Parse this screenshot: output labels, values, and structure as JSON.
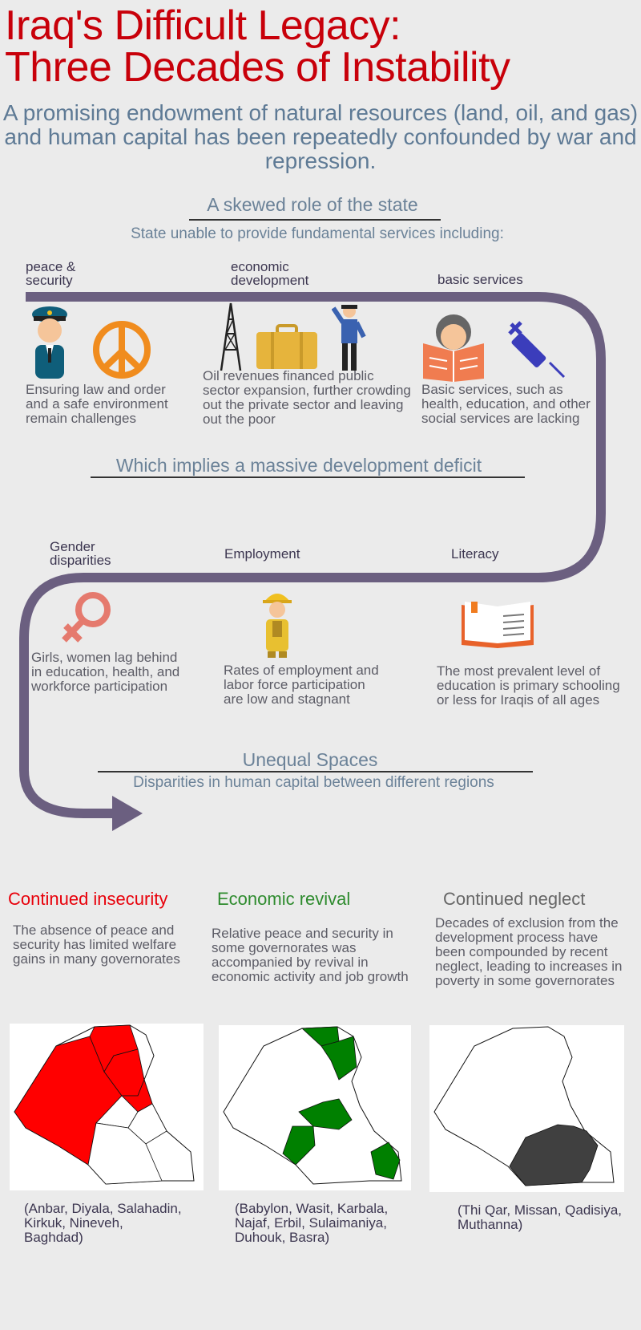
{
  "title": {
    "line1": "Iraq's Difficult Legacy:",
    "line2": "Three Decades of Instability"
  },
  "subtitle": "A promising endowment of natural resources (land, oil, and gas) and human capital has been repeatedly confounded by war and repression.",
  "state_section": {
    "heading": "A skewed role of the state",
    "subheading": "State unable to provide fundamental services including:"
  },
  "services": [
    {
      "label_line1": "peace &",
      "label_line2": "security",
      "text": "Ensuring law and order and a safe environment remain challenges"
    },
    {
      "label_line1": "economic",
      "label_line2": "development",
      "text": "Oil revenues financed public sector expansion, further crowding out the private sector and leaving out the poor"
    },
    {
      "label_line1": "basic services",
      "label_line2": "",
      "text": "Basic services, such as health, education, and other social services are lacking"
    }
  ],
  "deficit_heading": "Which implies a massive development deficit",
  "deficits": [
    {
      "label_line1": "Gender",
      "label_line2": "disparities",
      "text": "Girls, women lag behind in education, health, and workforce participation"
    },
    {
      "label_line1": "Employment",
      "label_line2": "",
      "text": "Rates of employment and labor force participation are low and stagnant"
    },
    {
      "label_line1": "Literacy",
      "label_line2": "",
      "text": "The most prevalent level of education is primary schooling or less for Iraqis of all ages"
    }
  ],
  "spaces": {
    "heading": "Unequal Spaces",
    "subheading": "Disparities in human capital between different regions"
  },
  "regions": [
    {
      "heading": "Continued insecurity",
      "color": "#e8000a",
      "text": "The absence of peace and security has limited welfare gains in many governorates",
      "list": "(Anbar, Diyala, Salahadin, Kirkuk, Nineveh, Baghdad)"
    },
    {
      "heading": "Economic revival",
      "color": "#2e8b2e",
      "text": "Relative peace and security in some governorates was accompanied by revival in economic activity and job growth",
      "list": "(Babylon, Wasit, Karbala, Najaf, Erbil, Sulaimaniya, Duhouk, Basra)"
    },
    {
      "heading": "Continued neglect",
      "color": "#666666",
      "text": "Decades of exclusion from the development process have been compounded by recent neglect, leading to increases in poverty in some governorates",
      "list": "(Thi Qar, Missan, Qadisiya, Muthanna)"
    }
  ],
  "colors": {
    "title": "#c8000a",
    "accent_blue": "#5e7a95",
    "path_purple": "#6b5f80",
    "insecurity_fill": "#ff0000",
    "revival_fill": "#008000",
    "neglect_fill": "#404040"
  },
  "icons": [
    "police-officer-icon",
    "peace-sign-icon",
    "oil-derrick-icon",
    "briefcase-icon",
    "businessman-icon",
    "reader-icon",
    "syringe-icon",
    "female-symbol-icon",
    "construction-worker-icon",
    "open-book-icon"
  ]
}
